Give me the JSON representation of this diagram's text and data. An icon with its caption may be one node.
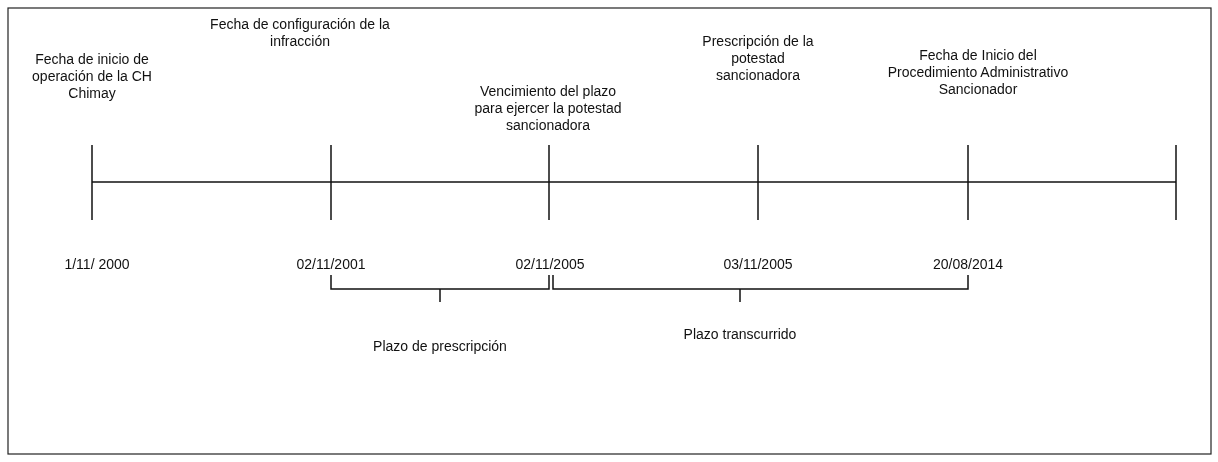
{
  "diagram": {
    "labels": [
      "Fecha de inicio de operación de la CH Chimay",
      "Fecha de configuración de la infracción",
      "Vencimiento del plazo para ejercer la potestad sancionadora",
      "Prescripción de la potestad sancionadora",
      "Fecha de Inicio del Procedimiento Administrativo Sancionador",
      "1/11/ 2000",
      "02/11/2001",
      "02/11/2005",
      "03/11/2005",
      "20/08/2014",
      "Plazo de prescripción",
      "Plazo transcurrido"
    ]
  }
}
